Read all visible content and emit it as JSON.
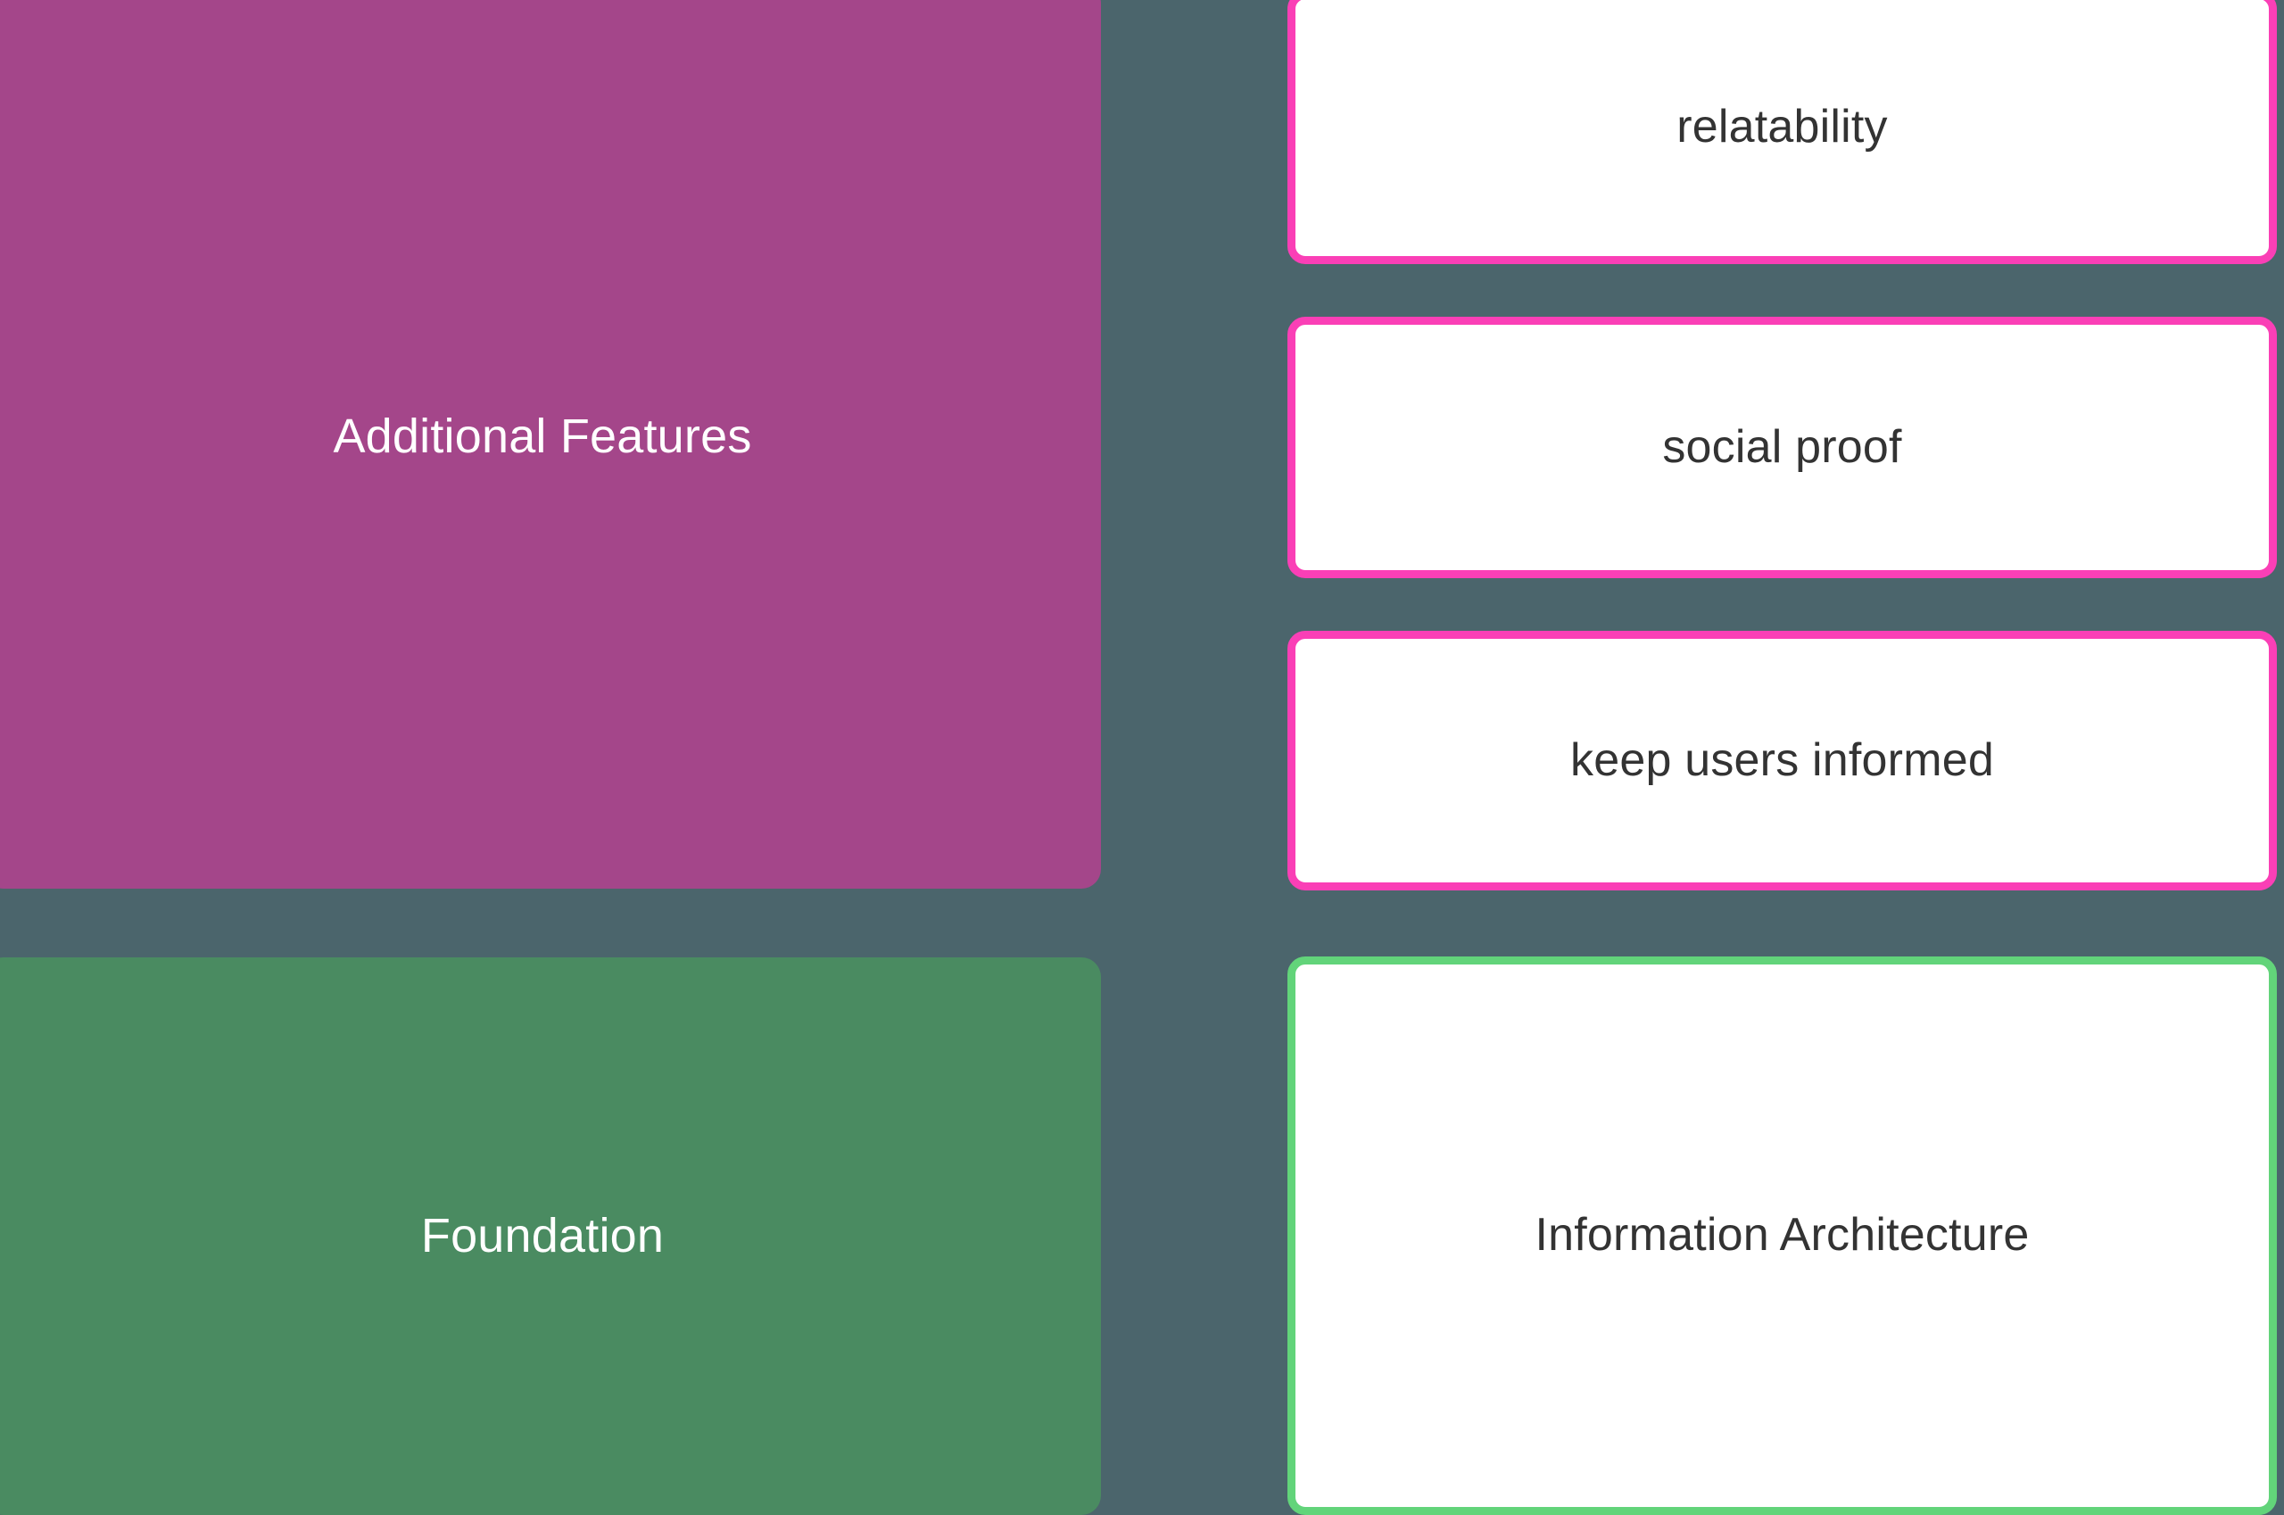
{
  "page": {
    "background_color": "#4b656c",
    "layout": "two-column-card-grid"
  },
  "palette": {
    "background": "#4b656c",
    "group_purple": "#a4468a",
    "group_green": "#4a8b61",
    "accent_pink": "#fa3fb6",
    "accent_green": "#62d47a",
    "card_surface": "#ffffff",
    "group_text": "#ffffff",
    "item_text": "#333333"
  },
  "groups": [
    {
      "id": "additional-features",
      "label": "Additional Features",
      "fill": "#a4468a"
    },
    {
      "id": "foundation",
      "label": "Foundation",
      "fill": "#4a8b61"
    }
  ],
  "items": [
    {
      "id": "relatability",
      "label": "relatability",
      "accent": "#fa3fb6",
      "group": "Additional Features"
    },
    {
      "id": "social-proof",
      "label": "social proof",
      "accent": "#fa3fb6",
      "group": "Additional Features"
    },
    {
      "id": "keep-users-informed",
      "label": "keep users informed",
      "accent": "#fa3fb6",
      "group": "Additional Features"
    },
    {
      "id": "information-architecture",
      "label": "Information Architecture",
      "accent": "#62d47a",
      "group": "Foundation"
    }
  ]
}
